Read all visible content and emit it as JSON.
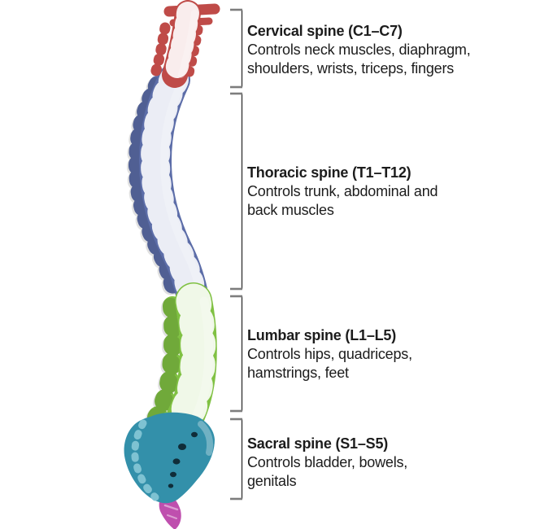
{
  "diagram": {
    "sections": [
      {
        "name": "cervical",
        "title": "Cervical spine (C1–C7)",
        "line1": "Controls neck muscles, diaphragm,",
        "line2": "shoulders, wrists, triceps, fingers",
        "color": "#bf4b48"
      },
      {
        "name": "thoracic",
        "title": "Thoracic spine (T1–T12)",
        "line1": "Controls trunk, abdominal and",
        "line2": "back muscles",
        "color": "#5c6da8"
      },
      {
        "name": "lumbar",
        "title": "Lumbar spine (L1–L5)",
        "line1": "Controls hips, quadriceps,",
        "line2": "hamstrings, feet",
        "color": "#80c143"
      },
      {
        "name": "sacral",
        "title": "Sacral spine (S1–S5)",
        "line1": "Controls bladder, bowels,",
        "line2": "genitals",
        "color": "#3390aa"
      }
    ],
    "coccyx_color": "#bf4fae",
    "disc_color": "#ffffff",
    "bracket_color": "#3b3b3b",
    "text_color": "#1c1c1c",
    "background_color": "#ffffff"
  }
}
